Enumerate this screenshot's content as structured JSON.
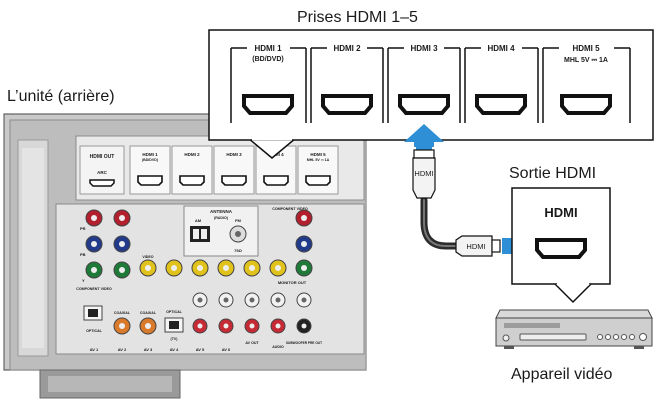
{
  "labels": {
    "hdmi_jacks_title": "Prises HDMI 1–5",
    "unit_rear": "L’unité (arrière)",
    "hdmi_output_title": "Sortie HDMI",
    "video_device": "Appareil vidéo"
  },
  "callout_ports": [
    {
      "name": "HDMI 1",
      "sub": "(BD/DVD)"
    },
    {
      "name": "HDMI 2",
      "sub": ""
    },
    {
      "name": "HDMI 3",
      "sub": ""
    },
    {
      "name": "HDMI 4",
      "sub": ""
    },
    {
      "name": "HDMI 5",
      "sub": "MHL  5V ⎓ 1A"
    }
  ],
  "device": {
    "port_label": "HDMI"
  },
  "cable": {
    "plug_label_top": "HDMI",
    "plug_label_bottom": "HDMI"
  },
  "panel": {
    "hdmi_out": "HDMI OUT",
    "arc": "ARC",
    "hdmi_inputs": [
      {
        "name": "HDMI 1",
        "sub": "(BD/DVD)"
      },
      {
        "name": "HDMI 2",
        "sub": ""
      },
      {
        "name": "HDMI 3",
        "sub": ""
      },
      {
        "name": "HDMI 4",
        "sub": ""
      },
      {
        "name": "HDMI 5",
        "sub": "MHL  5V ⎓ 1A"
      }
    ],
    "antenna": "ANTENNA",
    "am": "AM",
    "fm": "FM",
    "radio": "(RADIO)",
    "ohm": "75Ω",
    "component_video": "COMPONENT VIDEO",
    "video": "VIDEO",
    "optical": "OPTICAL",
    "coaxial": "COAXIAL",
    "tv": "(TV)",
    "monitor_out": "MONITOR OUT",
    "audio": "AUDIO",
    "av_out": "AV OUT",
    "subwoofer_pre_out": "SUBWOOFER PRE OUT",
    "av_groups": [
      "AV 1",
      "AV 2",
      "AV 3",
      "AV 4",
      "AV 5",
      "AV 6"
    ],
    "pb": "PB",
    "pr": "PR",
    "y": "Y"
  }
}
